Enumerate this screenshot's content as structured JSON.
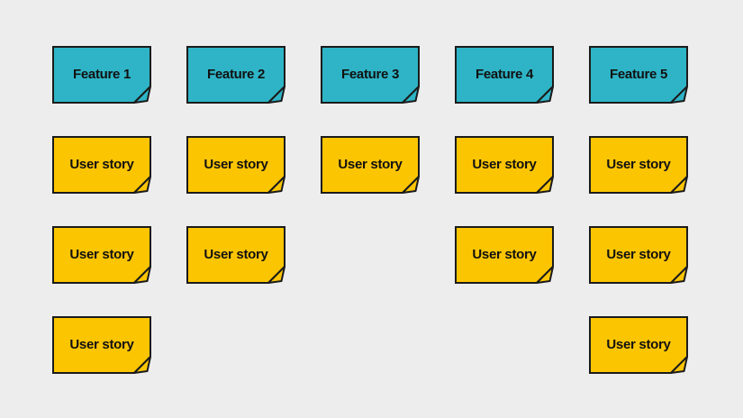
{
  "colors": {
    "background": "#eeedee",
    "feature-fill": "#2eb4c6",
    "story-fill": "#fcc502",
    "outline": "#1b1b1b",
    "text": "#111111"
  },
  "board": {
    "columns": [
      {
        "feature": "Feature 1",
        "stories": [
          "User story",
          "User story",
          "User story"
        ]
      },
      {
        "feature": "Feature 2",
        "stories": [
          "User story",
          "User story"
        ]
      },
      {
        "feature": "Feature 3",
        "stories": [
          "User story"
        ]
      },
      {
        "feature": "Feature 4",
        "stories": [
          "User story",
          "User story"
        ]
      },
      {
        "feature": "Feature 5",
        "stories": [
          "User story",
          "User story",
          "User story"
        ]
      }
    ]
  }
}
